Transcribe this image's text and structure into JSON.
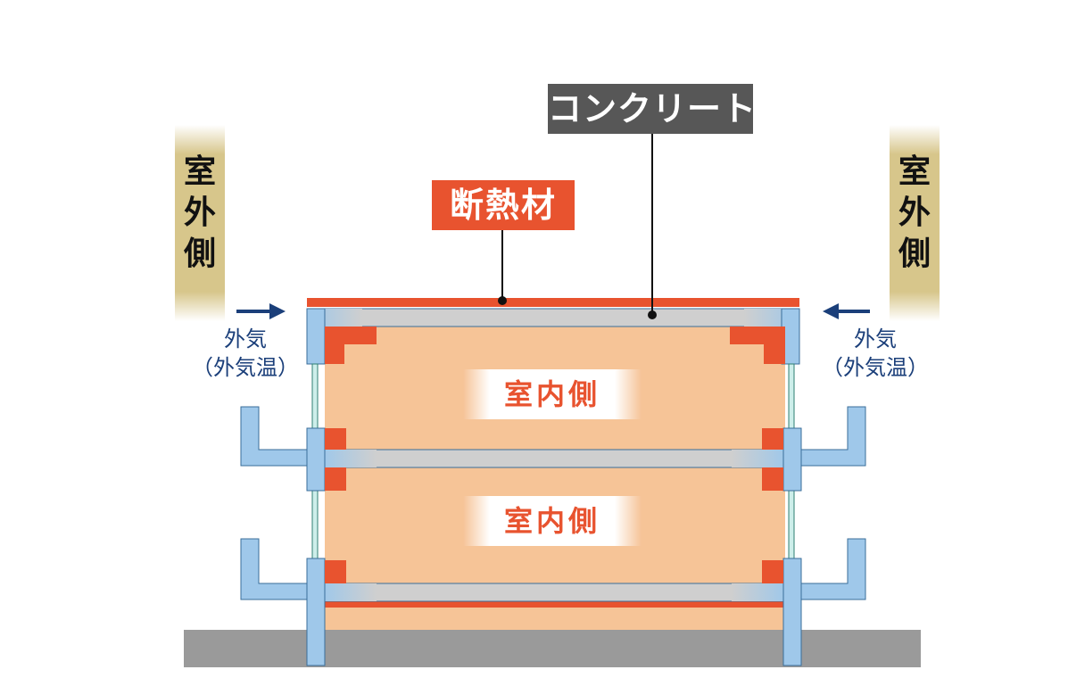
{
  "labels": {
    "concrete": "コンクリート",
    "insulation": "断熱材",
    "outside_left": "室外側",
    "outside_right": "室外側",
    "outside_air_left": [
      "外気",
      "（外気温）"
    ],
    "outside_air_right": [
      "外気",
      "（外気温）"
    ],
    "room_upper": "室内側",
    "room_lower": "室内側"
  },
  "colors": {
    "insulation": "#e8532f",
    "concrete_slab": "#cfcfcf",
    "concrete_structure": "#9fc8ea",
    "interior": "#f6c497",
    "ground": "#9a9a9a",
    "arrow": "#1b3f7a",
    "label_dark": "#575757",
    "outside_band": "#d7c68b"
  }
}
